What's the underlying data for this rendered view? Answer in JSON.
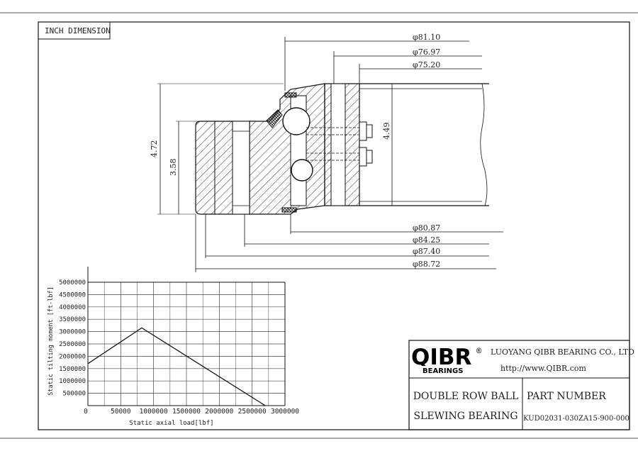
{
  "header": {
    "dimension_label": "INCH DIMENSION"
  },
  "dimensions": {
    "top": [
      "φ81.10",
      "φ76.97",
      "φ75.20"
    ],
    "bottom": [
      "φ80.87",
      "φ84.25",
      "φ87.40",
      "φ88.72"
    ],
    "heights": [
      "4.72",
      "3.58",
      "4.49"
    ]
  },
  "title_block": {
    "logo_text": "QIBR",
    "logo_sub": "BEARINGS",
    "logo_mark": "®",
    "company": "LUOYANG QIBR BEARING CO., LTD",
    "website": "http://www.QIBR.com",
    "product_line1": "DOUBLE ROW BALL",
    "product_line2": "SLEWING BEARING",
    "part_number_label": "PART NUMBER",
    "part_number": "KUD02031-030ZA15-900-000"
  },
  "chart_data": {
    "type": "line",
    "xlabel": "Static axial load[lbf]",
    "ylabel": "Static tilting moment [ft-lbf]",
    "xlim": [
      0,
      3000000
    ],
    "ylim": [
      0,
      5000000
    ],
    "x_ticks": [
      "0",
      "50000",
      "1000000",
      "1500000",
      "2000000",
      "2500000",
      "3000000"
    ],
    "x_tick_values": [
      0,
      500000,
      1000000,
      1500000,
      2000000,
      2500000,
      3000000
    ],
    "y_ticks": [
      "500000",
      "1000000",
      "1500000",
      "2000000",
      "2500000",
      "3000000",
      "3500000",
      "4000000",
      "4500000",
      "5000000"
    ],
    "y_tick_values": [
      500000,
      1000000,
      1500000,
      2000000,
      2500000,
      3000000,
      3500000,
      4000000,
      4500000,
      5000000
    ],
    "grid": true,
    "series": [
      {
        "x": [
          0,
          820000,
          2700000
        ],
        "y": [
          1700000,
          3150000,
          0
        ]
      }
    ]
  }
}
